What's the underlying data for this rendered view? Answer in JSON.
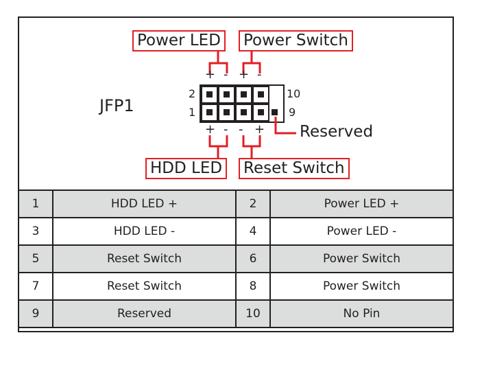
{
  "connector_name": "JFP1",
  "labels": {
    "power_led": "Power LED",
    "power_switch": "Power Switch",
    "hdd_led": "HDD LED",
    "reset_switch": "Reset Switch",
    "reserved": "Reserved"
  },
  "pin_numbers": {
    "top_left": "2",
    "bottom_left": "1",
    "top_right": "10",
    "bottom_right": "9"
  },
  "polarity": {
    "plus": "+",
    "minus": "-"
  },
  "pin_table": [
    {
      "pin_a": "1",
      "signal_a": "HDD LED +",
      "pin_b": "2",
      "signal_b": "Power LED +"
    },
    {
      "pin_a": "3",
      "signal_a": "HDD LED -",
      "pin_b": "4",
      "signal_b": "Power LED -"
    },
    {
      "pin_a": "5",
      "signal_a": "Reset Switch",
      "pin_b": "6",
      "signal_b": "Power Switch"
    },
    {
      "pin_a": "7",
      "signal_a": "Reset Switch",
      "pin_b": "8",
      "signal_b": "Power Switch"
    },
    {
      "pin_a": "9",
      "signal_a": "Reserved",
      "pin_b": "10",
      "signal_b": "No Pin"
    }
  ],
  "colors": {
    "highlight": "#e31e24",
    "row_shade": "#dcdddd",
    "ink": "#231f20"
  }
}
